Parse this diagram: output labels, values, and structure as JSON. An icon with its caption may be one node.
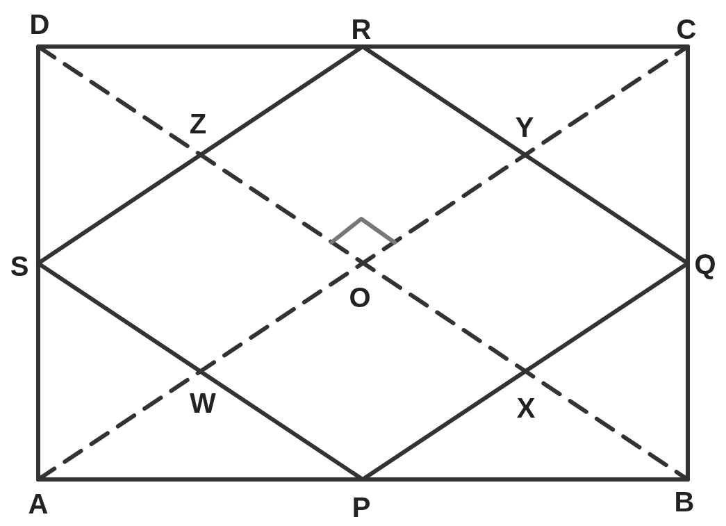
{
  "diagram": {
    "labels": [
      "D",
      "R",
      "C",
      "Z",
      "Y",
      "S",
      "Q",
      "O",
      "W",
      "X",
      "A",
      "P",
      "B"
    ]
  }
}
